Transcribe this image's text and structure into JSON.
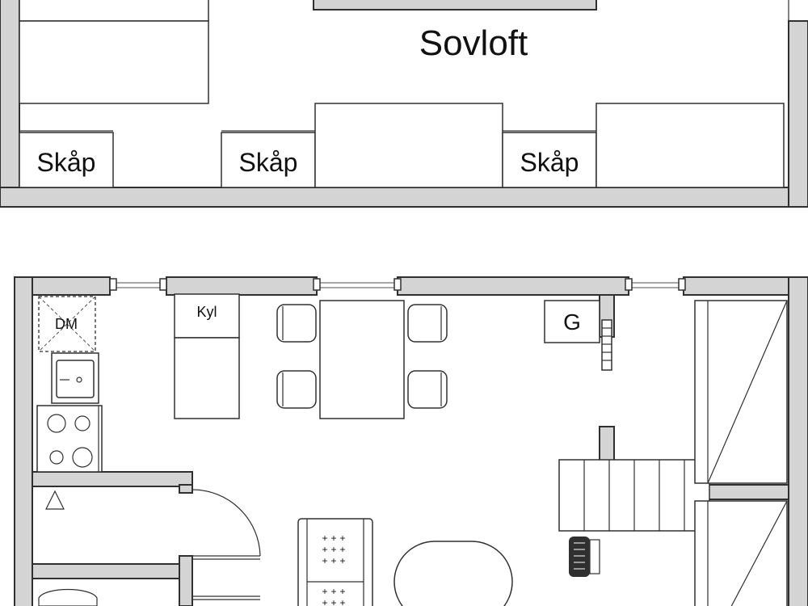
{
  "upper_floor": {
    "room_label": "Sovloft",
    "cabinet_labels": [
      "Skåp",
      "Skåp",
      "Skåp"
    ]
  },
  "lower_floor": {
    "dishwasher_label": "DM",
    "fridge_label": "Kyl",
    "g_label": "G"
  }
}
